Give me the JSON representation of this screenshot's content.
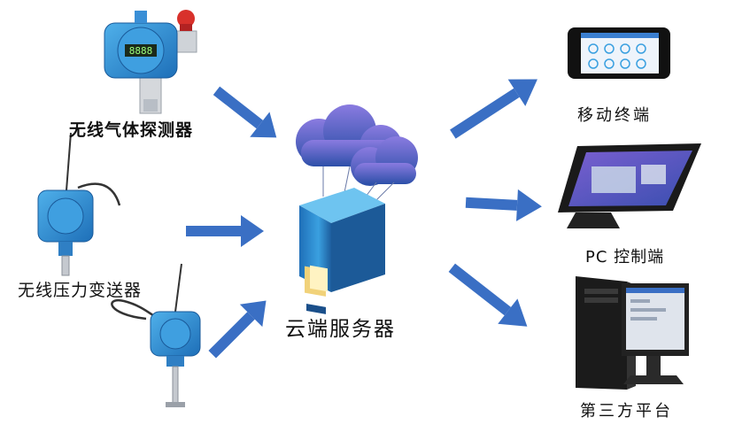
{
  "sources": [
    {
      "label": "无线气体探测器",
      "device": "gas-detector",
      "display": "8888"
    },
    {
      "label": "无线压力变送器",
      "device": "wireless-pressure-transmitter"
    },
    {
      "label": "",
      "device": "wireless-transmitter-with-probe"
    }
  ],
  "center": {
    "label": "云端服务器",
    "device": "cloud-server"
  },
  "targets": [
    {
      "label": "移动终端",
      "device": "mobile-phone"
    },
    {
      "label": "PC 控制端",
      "device": "touch-monitor"
    },
    {
      "label": "第三方平台",
      "device": "desktop-computer"
    }
  ],
  "colors": {
    "arrow": "#3a6fc4",
    "device_blue": "#2f8fd8",
    "cloud": "#5a5fbf",
    "server": "#2d87c8"
  }
}
